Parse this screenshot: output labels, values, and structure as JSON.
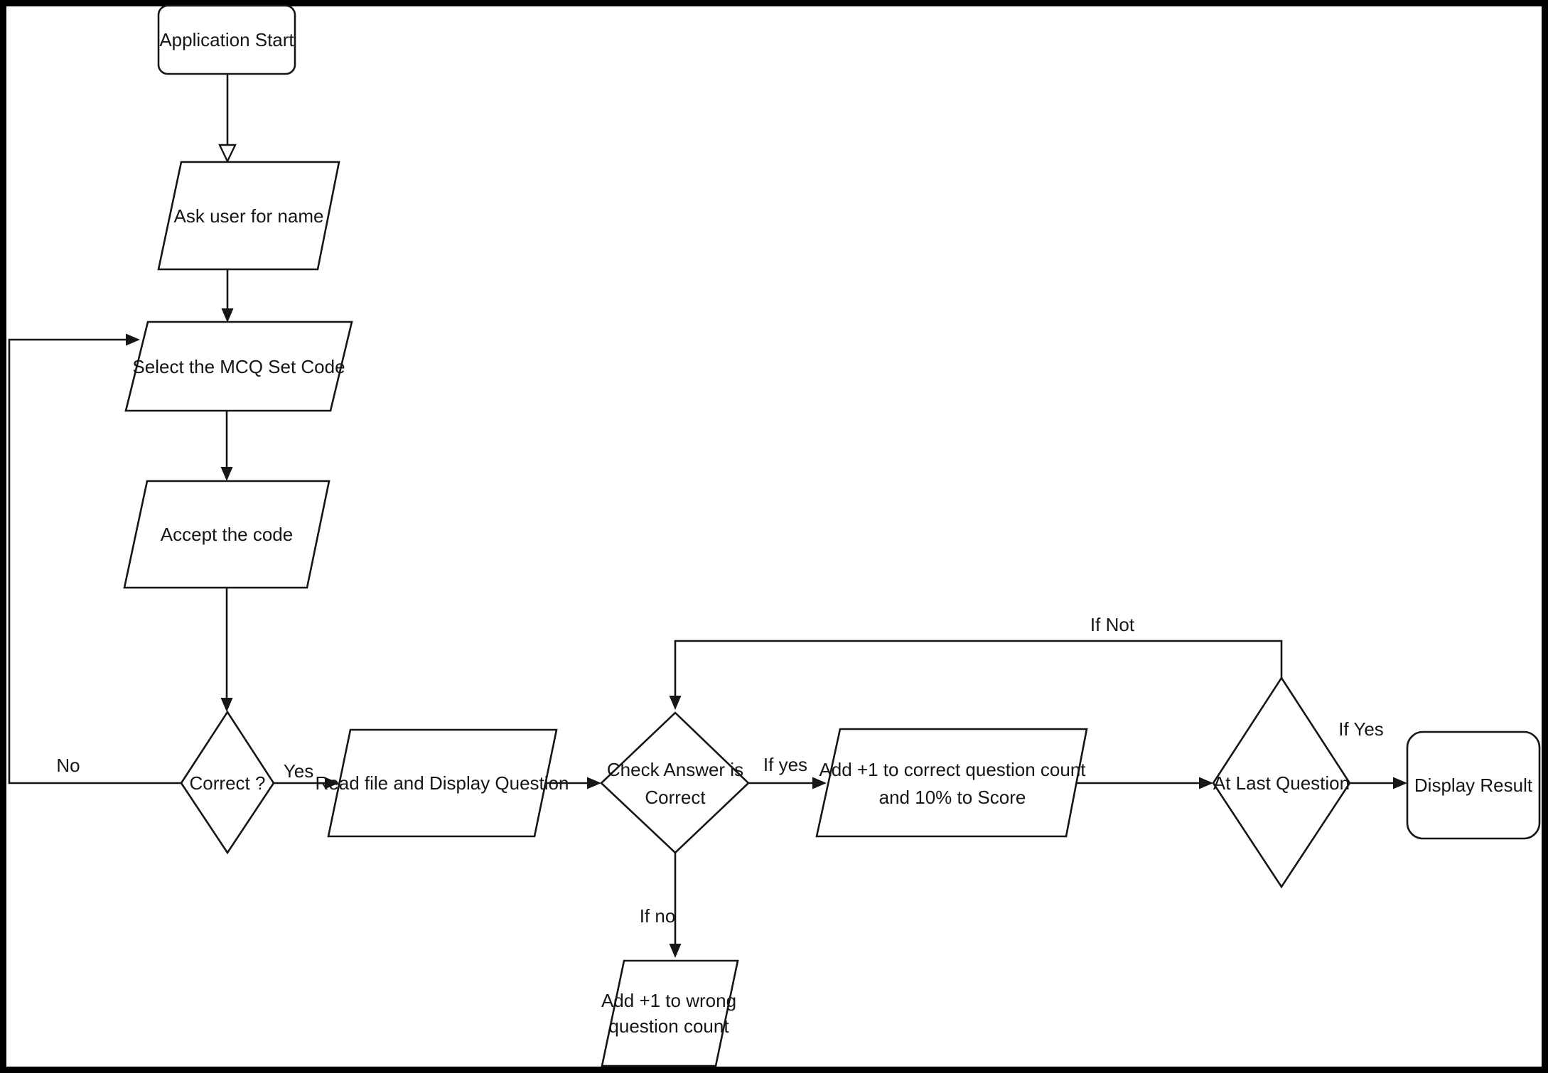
{
  "diagram_type": "flowchart",
  "colors": {
    "stroke": "#161616",
    "ink": "#161616",
    "border": "#000000",
    "background": "#ffffff"
  },
  "nodes": {
    "app_start": {
      "type": "terminator",
      "label": "Application Start"
    },
    "ask_name": {
      "type": "input-output",
      "label": "Ask user for name"
    },
    "select_code": {
      "type": "input-output",
      "label": "Select the MCQ Set Code"
    },
    "accept_code": {
      "type": "input-output",
      "label": "Accept the code"
    },
    "correct": {
      "type": "decision",
      "label": "Correct ?"
    },
    "read_display": {
      "type": "input-output",
      "label": "Read file and Display Question"
    },
    "check_answer": {
      "type": "decision",
      "line1": "Check Answer is",
      "line2": "Correct"
    },
    "add_correct": {
      "type": "input-output",
      "line1": "Add +1 to correct question count",
      "line2": "and 10% to Score"
    },
    "at_last": {
      "type": "decision",
      "label": "At Last Question"
    },
    "display_result": {
      "type": "terminator",
      "label": "Display Result"
    },
    "add_wrong": {
      "type": "input-output",
      "line1": "Add +1 to wrong",
      "line2": "question count"
    }
  },
  "edge_labels": {
    "yes": "Yes",
    "no": "No",
    "if_yes": "If yes",
    "if_no": "If no",
    "if_not": "If Not",
    "if_yes_cap": "If Yes"
  }
}
